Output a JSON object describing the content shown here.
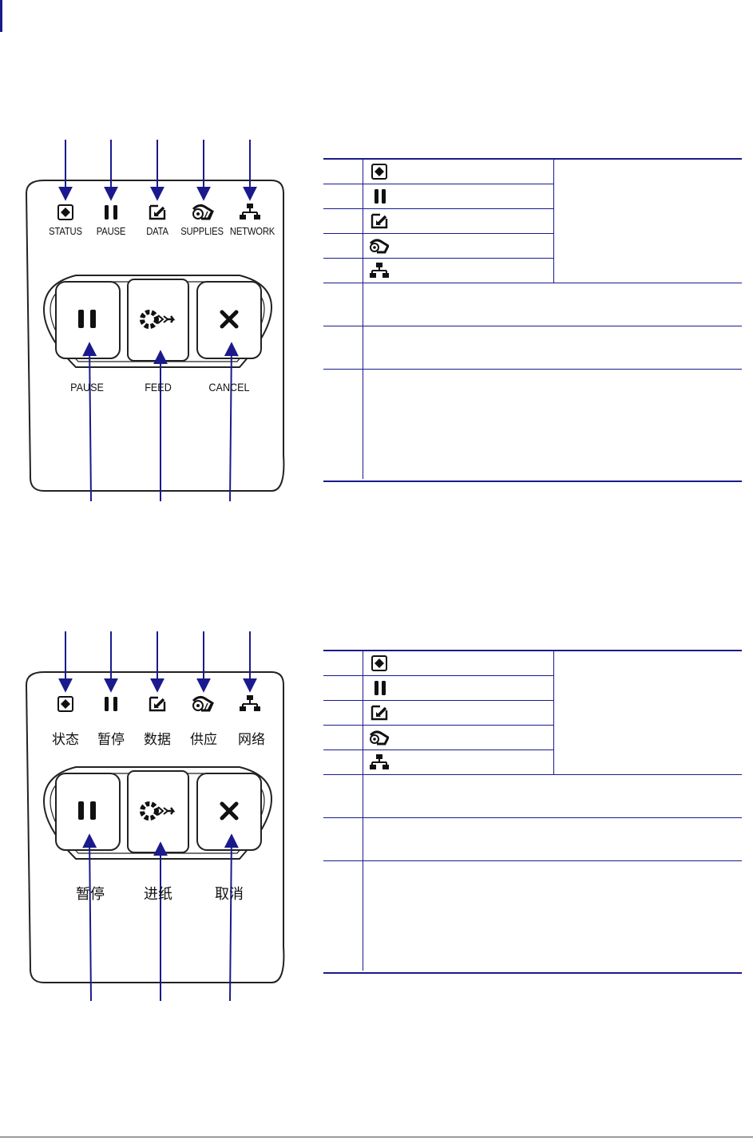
{
  "panel_en": {
    "lights": [
      "STATUS",
      "PAUSE",
      "DATA",
      "SUPPLIES",
      "NETWORK"
    ],
    "buttons": [
      "PAUSE",
      "FEED",
      "CANCEL"
    ]
  },
  "panel_zh": {
    "lights": [
      "状态",
      "暂停",
      "数据",
      "供应",
      "网络"
    ],
    "buttons": [
      "暂停",
      "进纸",
      "取消"
    ]
  },
  "icons": [
    "status-icon",
    "pause-icon",
    "data-icon",
    "supplies-icon",
    "network-icon",
    "feed-icon",
    "cancel-icon"
  ],
  "colors": {
    "callout": "#1a1a8c",
    "outline": "#222222"
  }
}
